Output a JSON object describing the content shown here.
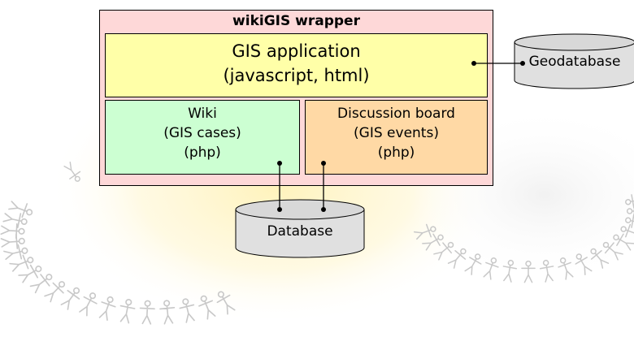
{
  "wrapper": {
    "title": "wikiGIS wrapper"
  },
  "gis_app": {
    "line1": "GIS application",
    "line2": "(javascript, html)"
  },
  "wiki": {
    "line1": "Wiki",
    "line2": "(GIS cases)",
    "line3": "(php)"
  },
  "discussion": {
    "line1": "Discussion board",
    "line2": "(GIS events)",
    "line3": "(php)"
  },
  "database": {
    "label": "Database"
  },
  "geodatabase": {
    "label": "Geodatabase"
  },
  "colors": {
    "wrapper_fill": "#fed8d8",
    "gis_fill": "#ffffa8",
    "wiki_fill": "#ccffd2",
    "discussion_fill": "#ffd9a5",
    "cylinder_fill": "#e0e0e0",
    "background_glow": "#fff2b8",
    "people_outline": "#c8c8c8"
  }
}
